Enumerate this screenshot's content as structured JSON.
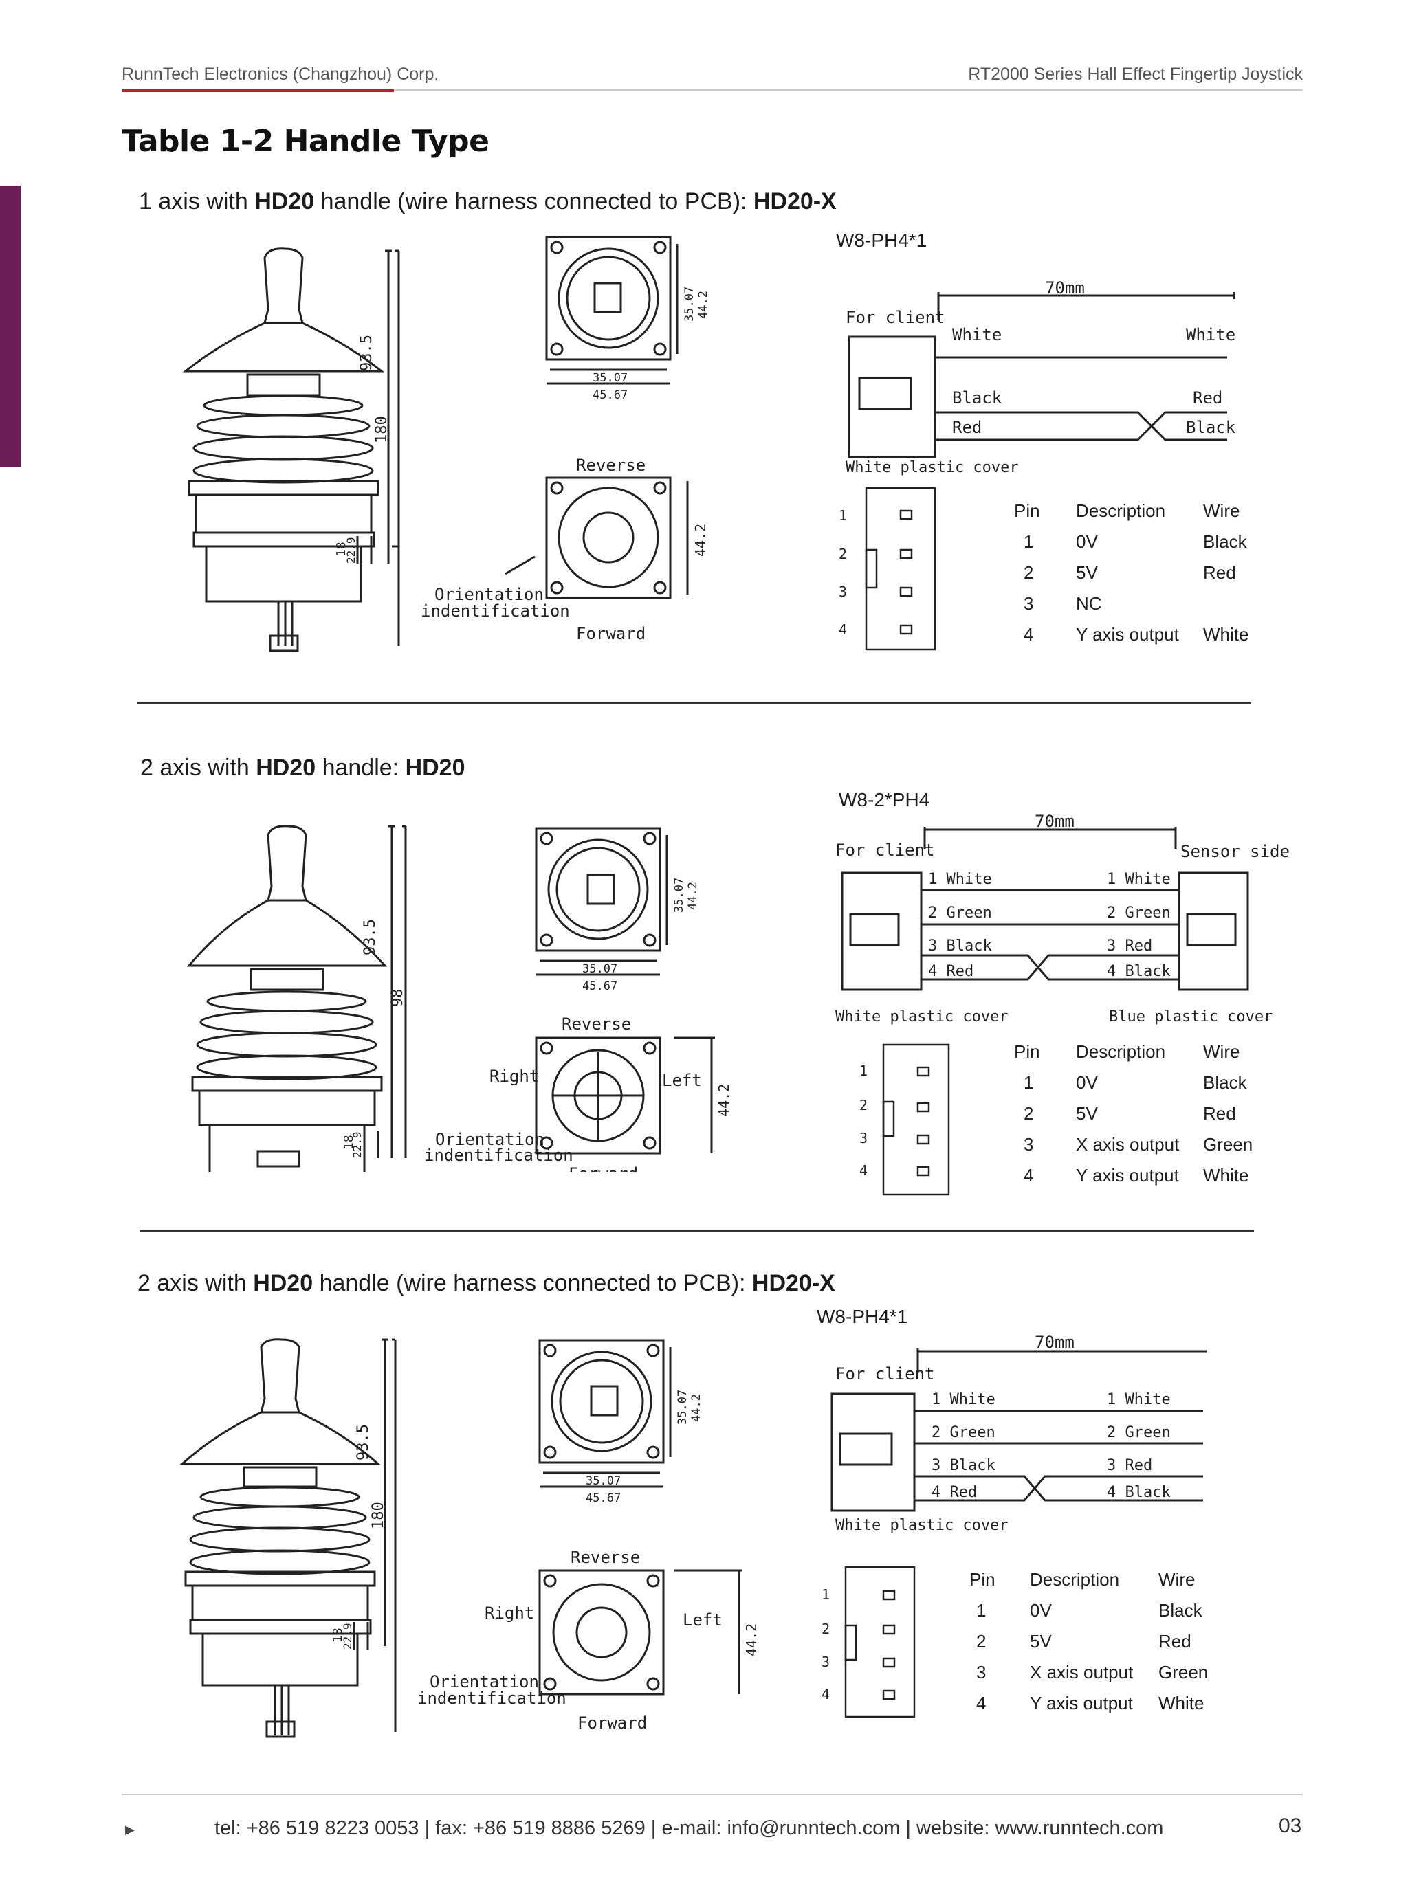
{
  "header": {
    "company": "RunnTech Electronics (Changzhou) Corp.",
    "product": "RT2000 Series Hall Effect Fingertip Joystick"
  },
  "title": "Table 1-2 Handle Type",
  "sections": [
    {
      "heading": {
        "pre": "1 axis with ",
        "b1": "HD20",
        "mid": " handle (wire harness connected to PCB): ",
        "b2": "HD20-X"
      },
      "connector": "W8-PH4*1",
      "drawing": {
        "dim_h1": "93.5",
        "dim_h2": "180",
        "dim_b1": "18",
        "dim_b2": "22.9",
        "dim_top1": "35.07",
        "dim_top2": "45.67",
        "dim_side1": "35.07",
        "dim_side2": "44.2",
        "reverse": "Reverse",
        "forward": "Forward",
        "orient": [
          "Orientation",
          "indentification"
        ],
        "dim_bot": "44.2"
      },
      "wiring": {
        "length": "70mm",
        "client": "For client",
        "cover": "White plastic cover",
        "left": [
          "White",
          "Black",
          "Red"
        ],
        "right": [
          "White",
          "Red",
          "Black"
        ]
      },
      "pin_numbers": [
        "1",
        "2",
        "3",
        "4"
      ],
      "table": {
        "headers": [
          "Pin",
          "Description",
          "Wire"
        ],
        "rows": [
          [
            "1",
            "0V",
            "Black"
          ],
          [
            "2",
            "5V",
            "Red"
          ],
          [
            "3",
            "NC",
            ""
          ],
          [
            "4",
            "Y axis output",
            "White"
          ]
        ]
      }
    },
    {
      "heading": {
        "pre": "2 axis with ",
        "b1": "HD20",
        "mid": " handle: ",
        "b2": "HD20"
      },
      "connector": "W8-2*PH4",
      "drawing": {
        "dim_h1": "93.5",
        "dim_h2": "98",
        "dim_b1": "18",
        "dim_b2": "22.9",
        "dim_top1": "35.07",
        "dim_top2": "45.67",
        "dim_side1": "35.07",
        "dim_side2": "44.2",
        "reverse": "Reverse",
        "forward": "Forward",
        "right": "Right",
        "left": "Left",
        "orient": [
          "Orientation",
          "indentification"
        ],
        "dim_bot": "44.2"
      },
      "wiring": {
        "length": "70mm",
        "client": "For client",
        "sensor": "Sensor side",
        "cover": "White plastic cover",
        "cover2": "Blue plastic cover",
        "left": [
          "1 White",
          "2 Green",
          "3 Black",
          "4 Red"
        ],
        "right": [
          "1 White",
          "2 Green",
          "3 Red",
          "4 Black"
        ]
      },
      "pin_numbers": [
        "1",
        "2",
        "3",
        "4"
      ],
      "table": {
        "headers": [
          "Pin",
          "Description",
          "Wire"
        ],
        "rows": [
          [
            "1",
            "0V",
            "Black"
          ],
          [
            "2",
            "5V",
            "Red"
          ],
          [
            "3",
            "X axis output",
            "Green"
          ],
          [
            "4",
            "Y axis output",
            "White"
          ]
        ]
      }
    },
    {
      "heading": {
        "pre": "2 axis with ",
        "b1": "HD20",
        "mid": " handle (wire harness connected to PCB): ",
        "b2": "HD20-X"
      },
      "connector": "W8-PH4*1",
      "drawing": {
        "dim_h1": "93.5",
        "dim_h2": "180",
        "dim_b1": "18",
        "dim_b2": "22.9",
        "dim_top1": "35.07",
        "dim_top2": "45.67",
        "dim_side1": "35.07",
        "dim_side2": "44.2",
        "reverse": "Reverse",
        "forward": "Forward",
        "right": "Right",
        "left": "Left",
        "orient": [
          "Orientation",
          "indentification"
        ],
        "dim_bot": "44.2"
      },
      "wiring": {
        "length": "70mm",
        "client": "For client",
        "cover": "White plastic cover",
        "left": [
          "1 White",
          "2 Green",
          "3 Black",
          "4 Red"
        ],
        "right": [
          "1 White",
          "2 Green",
          "3 Red",
          "4 Black"
        ]
      },
      "pin_numbers": [
        "1",
        "2",
        "3",
        "4"
      ],
      "table": {
        "headers": [
          "Pin",
          "Description",
          "Wire"
        ],
        "rows": [
          [
            "1",
            "0V",
            "Black"
          ],
          [
            "2",
            "5V",
            "Red"
          ],
          [
            "3",
            "X axis output",
            "Green"
          ],
          [
            "4",
            "Y axis output",
            "White"
          ]
        ]
      }
    }
  ],
  "footer": {
    "contact": "tel: +86 519 8223 0053 | fax: +86 519 8886 5269 | e-mail: info@runntech.com | website: www.runntech.com",
    "page": "03"
  }
}
